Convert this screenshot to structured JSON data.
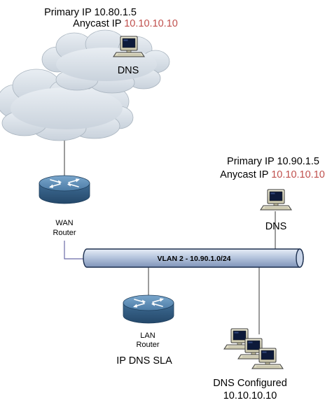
{
  "remote_site": {
    "primary_ip_label": "Primary IP",
    "primary_ip_value": "10.80.1.5",
    "anycast_ip_label": "Anycast IP",
    "anycast_ip_value": "10.10.10.10",
    "server_label": "DNS"
  },
  "local_server": {
    "primary_ip_label": "Primary IP",
    "primary_ip_value": "10.90.1.5",
    "anycast_ip_label": "Anycast IP",
    "anycast_ip_value": "10.10.10.10",
    "server_label": "DNS"
  },
  "wan_router": {
    "label_line1": "WAN",
    "label_line2": "Router"
  },
  "lan_router": {
    "label_line1": "LAN",
    "label_line2": "Router",
    "caption": "IP DNS SLA"
  },
  "vlan": {
    "label": "VLAN 2 - 10.90.1.0/24"
  },
  "clients": {
    "caption_line1": "DNS Configured",
    "caption_line2": "10.10.10.10"
  },
  "colors": {
    "anycast_value": "#c0504d",
    "cloud_fill": "#d7dfe7",
    "vlan_bar": "#b9c9e0",
    "router_body": "#4f7ea7"
  },
  "icons": {
    "cloud": "cloud-icon",
    "router": "router-icon",
    "server": "workstation-icon",
    "clients": "workstation-icon"
  }
}
